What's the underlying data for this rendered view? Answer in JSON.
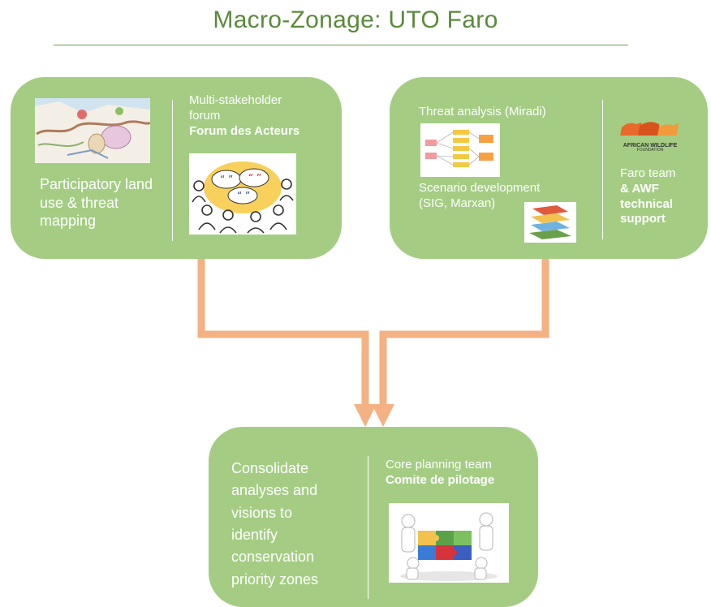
{
  "title": "Macro-Zonage: UTO Faro",
  "left_box": {
    "left_text": [
      "Participatory land",
      "use & threat",
      "mapping"
    ],
    "right_line1": "Multi-stakeholder",
    "right_line2": "forum",
    "right_bold": "Forum des Acteurs"
  },
  "right_box": {
    "threat": "Threat analysis (Miradi)",
    "scenario_line1": "Scenario development",
    "scenario_line2": "(SIG, Marxan)",
    "logo_line1": "AFRICAN WILDLIFE",
    "logo_line2": "FOUNDATION",
    "team_line1": "Faro team",
    "team_bold": [
      "& AWF",
      "technical",
      "support"
    ]
  },
  "bottom_box": {
    "left_text": [
      "Consolidate",
      "analyses and",
      "visions to",
      "identify",
      "conservation",
      "priority zones"
    ],
    "right_line": "Core planning team",
    "right_bold": "Comite de pilotage"
  },
  "colors": {
    "box_green": "#a4cd83",
    "title_green": "#5a8a3c",
    "arrow_orange": "#f4b183"
  }
}
